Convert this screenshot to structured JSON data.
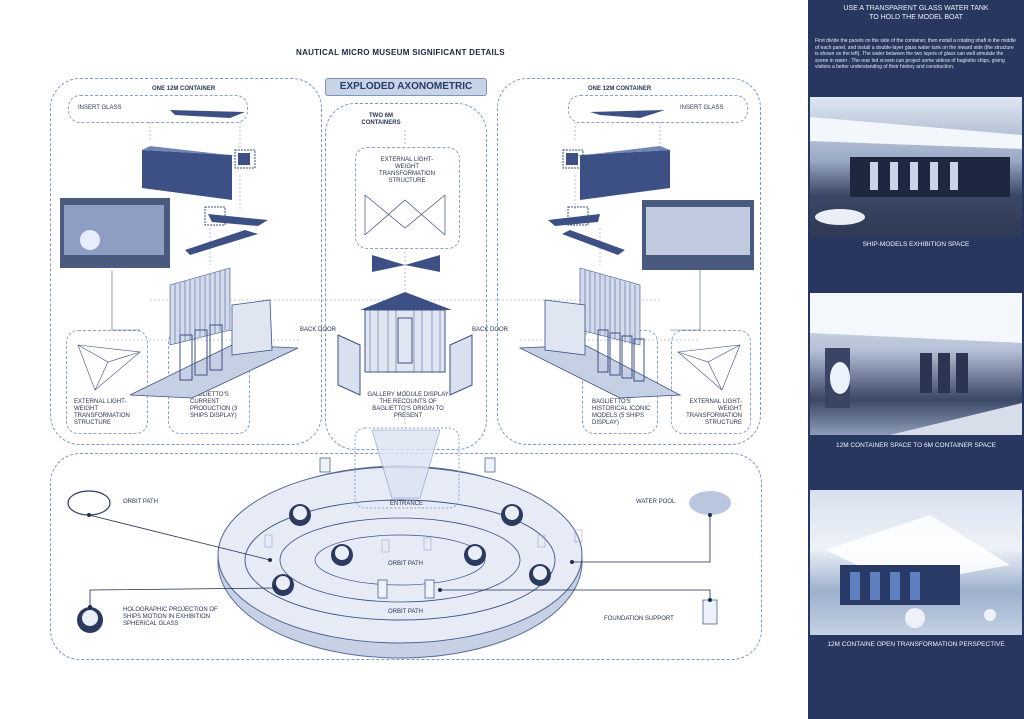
{
  "title": "NAUTICAL MICRO MUSEUM SIGNIFICANT DETAILS",
  "exploded_title": "EXPLODED AXONOMETRIC",
  "left_container": {
    "heading": "ONE 12M CONTAINER",
    "insert_glass": "INSERT GLASS",
    "external_structure": "EXTERNAL LIGHT-WEIGHT TRANSFORMATION STRUCTURE",
    "current_production": "BAGLIETTO'S CURRENT PRODUCTION (3 SHIPS DISPLAY)",
    "back_door": "BACK DOOR"
  },
  "center_container": {
    "heading": "TWO 6M CONTAINERS",
    "external_structure": "EXTERNAL LIGHT-WEIGHT TRANSFORMATION STRUCTURE",
    "gallery_module": "GALLERY MODULE DISPLAY THE RECOUNTS OF BAGLIETTO'S ORIGIN TO PRESENT"
  },
  "right_container": {
    "heading": "ONE 12M CONTAINER",
    "insert_glass": "INSERT GLASS",
    "external_structure": "EXTERNAL LIGHT-WEIGHT TRANSFORMATION STRUCTURE",
    "historical_models": "BAGLIETTO'S HISTORICAL ICONIC MODELS (5 SHIPS DISPLAY)",
    "back_door": "BACK DOOR"
  },
  "plan": {
    "orbit_path_legend": "ORBIT PATH",
    "entrance": "ENTRANCE",
    "water_pool": "WATER POOL",
    "orbit_path_1": "ORBIT PATH",
    "orbit_path_2": "ORBIT PATH",
    "holographic": "HOLOGRAPHIC PROJECTION OF SHIPS MOTION IN EXHIBITION SPHERICAL GLASS",
    "foundation": "FOUNDATION SUPPORT"
  },
  "sidebar": {
    "title_line1": "USE A TRANSPARENT GLASS WATER TANK",
    "title_line2": "TO HOLD THE MODEL BOAT",
    "description": "First divide the panels on the side of the container, then install a rotating shaft in the middle of each panel, and install a double-layer glass water tank on the inward side (the structure is shown on the left). The water between the two layers of glass can well simulate the scene in water . The rear led screen can project some videos of baglietto ships, giving visitors a better understanding of their history and construction.",
    "caption1": "SHIP-MODELS EXHIBITION SPACE",
    "caption2": "12M CONTAINER SPACE TO 6M CONTAINER SPACE",
    "caption3": "12M CONTAINE OPEN TRANSFORMATION PERSPECTIVE"
  },
  "colors": {
    "navy": "#27375f",
    "accent": "#3d5085",
    "dash": "#7d97c7",
    "pool": "#c6d1e6"
  }
}
